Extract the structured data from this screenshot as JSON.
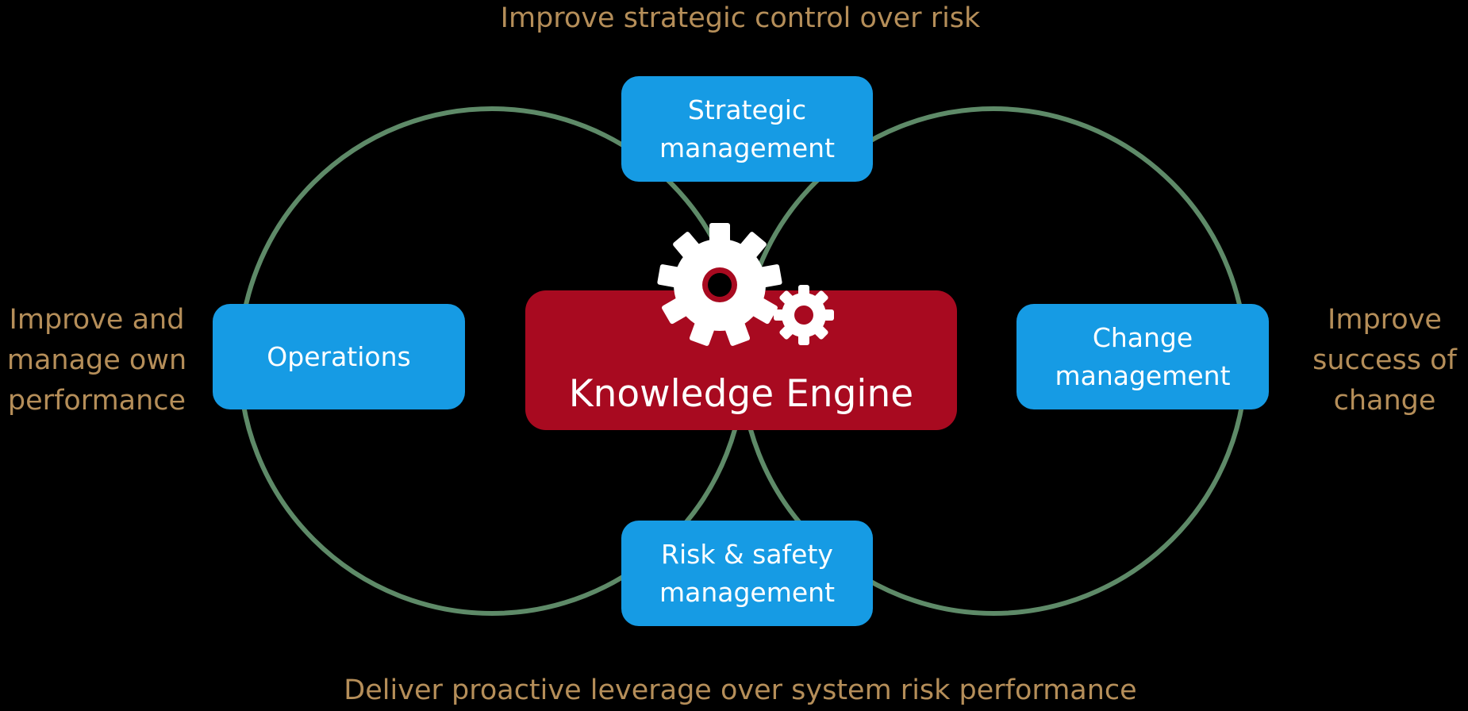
{
  "colors": {
    "background": "#000000",
    "outer_text": "#b58e59",
    "ring": "#5e8a68",
    "node": "#169be4",
    "engine": "#a80a20",
    "node_text": "#ffffff"
  },
  "outer_labels": {
    "top": "Improve strategic control over risk",
    "bottom": "Deliver proactive leverage over system risk performance",
    "left": [
      "Improve and",
      "manage own",
      "performance"
    ],
    "right": [
      "Improve",
      "success of",
      "change"
    ]
  },
  "nodes": {
    "strategic": [
      "Strategic",
      "management"
    ],
    "operations": [
      "Operations"
    ],
    "change": [
      "Change",
      "management"
    ],
    "risk": [
      "Risk & safety",
      "management"
    ]
  },
  "engine": {
    "title": "Knowledge Engine",
    "icon": "gears-icon"
  }
}
